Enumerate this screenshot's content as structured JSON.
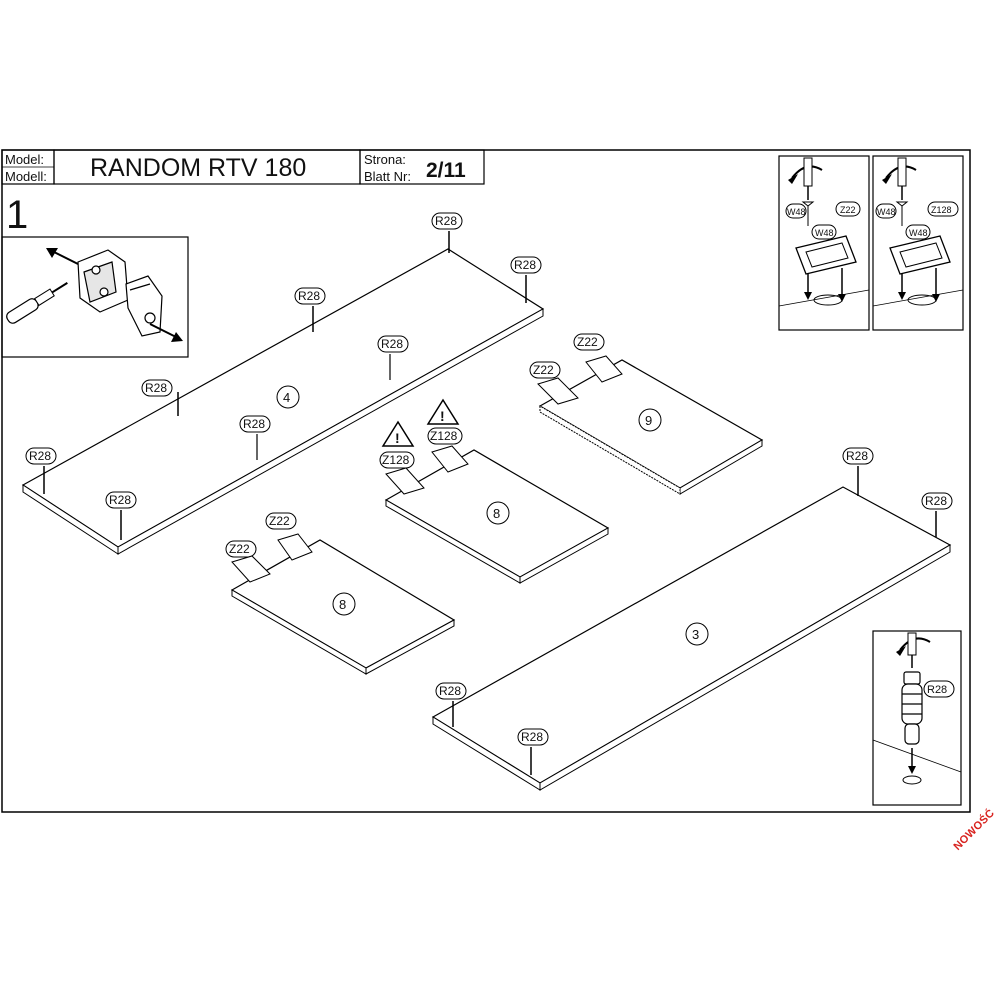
{
  "header": {
    "model_label_1": "Model:",
    "model_label_2": "Modell:",
    "model_name": "RANDOM RTV 180",
    "page_label_1": "Strona:",
    "page_label_2": "Blatt Nr:",
    "page_number": "2/11"
  },
  "step": "1",
  "parts": {
    "panel_top": "4",
    "panel_door_left": "8",
    "panel_door_mid": "8",
    "panel_right": "9",
    "panel_bottom": "3"
  },
  "fittings": {
    "r28": "R28",
    "z22": "Z22",
    "z128": "Z128",
    "w48": "W48"
  },
  "stamp": "NOWOŚĆ"
}
